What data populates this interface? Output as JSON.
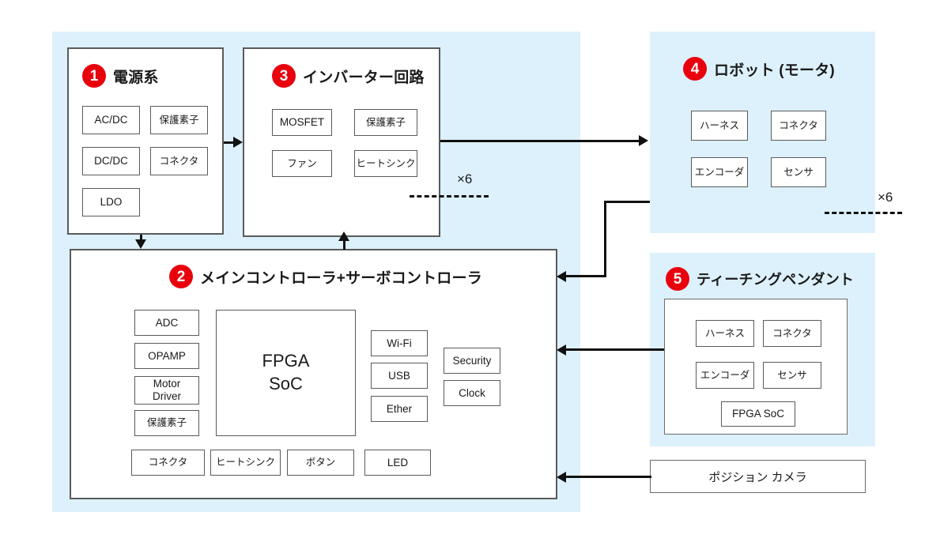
{
  "diagram": {
    "title_present": false,
    "accent_color": "#e8000d",
    "region_color": "#ddf1fd",
    "line_color": "#111111"
  },
  "groups": [
    {
      "number": "1",
      "title": "電源系",
      "components": [
        "AC/DC",
        "保護素子",
        "DC/DC",
        "コネクタ",
        "LDO"
      ]
    },
    {
      "number": "3",
      "title": "インバーター回路",
      "components": [
        "MOSFET",
        "保護素子",
        "ファン",
        "ヒートシンク"
      ],
      "multiplier": "×6"
    },
    {
      "number": "2",
      "title": "メインコントローラ+サーボコントローラ",
      "left_column": [
        "ADC",
        "OPAMP",
        "Motor\nDriver",
        "保護素子"
      ],
      "center": "FPGA\nSoC",
      "io_column": [
        "Wi-Fi",
        "USB",
        "Ether"
      ],
      "aux_column": [
        "Security",
        "Clock"
      ],
      "bottom_row": [
        "コネクタ",
        "ヒートシンク",
        "ボタン",
        "LED"
      ]
    },
    {
      "number": "4",
      "title": "ロボット (モータ)",
      "components": [
        "ハーネス",
        "コネクタ",
        "エンコーダ",
        "センサ"
      ],
      "multiplier": "×6"
    },
    {
      "number": "5",
      "title": "ティーチングペンダント",
      "components": [
        "ハーネス",
        "コネクタ",
        "エンコーダ",
        "センサ",
        "FPGA SoC"
      ]
    }
  ],
  "standalone": {
    "camera": "ポジション カメラ"
  }
}
